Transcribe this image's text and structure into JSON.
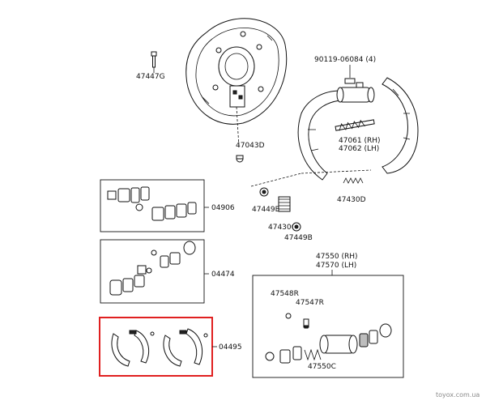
{
  "labels": {
    "p47447g": "47447G",
    "p90119": "90119-06084 (4)",
    "p47043d": "47043D",
    "p47061": "47061 (RH)",
    "p47062": "47062 (LH)",
    "p47449b_a": "47449B",
    "p47430c": "47430C",
    "p47449b_b": "47449B",
    "p47430d": "47430D",
    "p04906": "04906",
    "p04474": "04474",
    "p47550": "47550 (RH)",
    "p47570": "47570 (LH)",
    "p47548r": "47548R",
    "p47547r": "47547R",
    "p04495": "04495",
    "p47550c": "47550C"
  },
  "watermark": "toyox.com.ua",
  "colors": {
    "line": "#111111",
    "highlight": "#e02020",
    "watermark": "#8a8a8a"
  }
}
